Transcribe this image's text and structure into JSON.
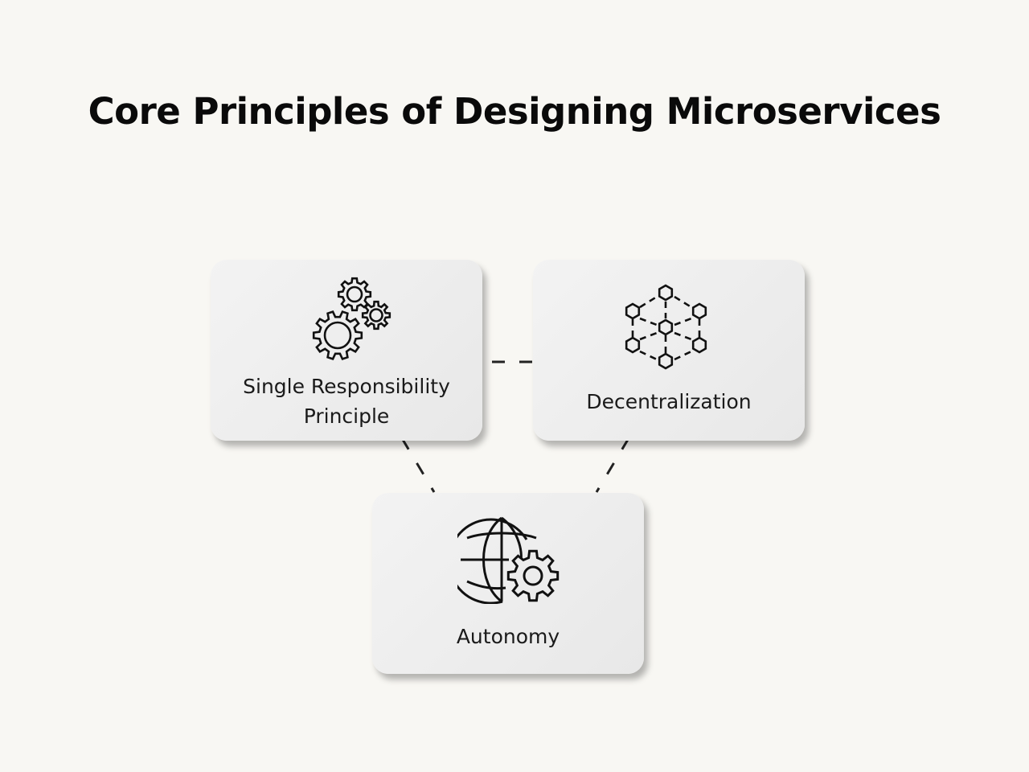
{
  "title": "Core Principles of Designing Microservices",
  "cards": [
    {
      "label": "Single Responsibility Principle",
      "icon": "gears-icon"
    },
    {
      "label": "Decentralization",
      "icon": "hexagon-network-icon"
    },
    {
      "label": "Autonomy",
      "icon": "globe-gear-icon"
    }
  ],
  "colors": {
    "background": "#f8f7f3",
    "card": "#ececec",
    "ink": "#111111"
  }
}
